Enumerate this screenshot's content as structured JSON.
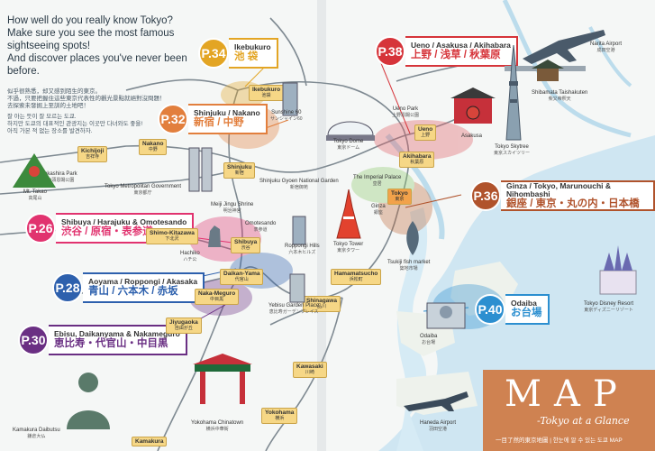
{
  "intro": {
    "lines": [
      "How well do you really know Tokyo?",
      "Make sure you see the most famous",
      "sightseeing spots!",
      "And discover places you've never been",
      "before."
    ],
    "zh": [
      "似乎很熟悉，却又感到陌生的東京。",
      "不過，只要把握住這些東京代表性的觀光景點就絕對沒問題！",
      "去探索未發掘上至訓的土地吧！"
    ],
    "ko": [
      "잘 아는 듯이 잘 모르는 도쿄.",
      "하지만 도쿄의 대표적인 관광지는 이곳만 다녀와도 좋을!",
      "아직 가본 적 없는 장소를 발견하자."
    ]
  },
  "areas": [
    {
      "page": "P.34",
      "en": "Ikebukuro",
      "jp": "池 袋",
      "color": "#e3a524"
    },
    {
      "page": "P.32",
      "en": "Shinjuku / Nakano",
      "jp": "新宿 / 中野",
      "color": "#e27f3d"
    },
    {
      "page": "P.38",
      "en": "Ueno / Asakusa / Akihabara",
      "jp": "上野 / 浅草 / 秋葉原",
      "color": "#d6343a"
    },
    {
      "page": "P.36",
      "en": "Ginza / Tokyo, Marunouchi & Nihombashi",
      "jp": "銀座 / 東京・丸の内・日本橋",
      "color": "#b0532c"
    },
    {
      "page": "P.26",
      "en": "Shibuya / Harajuku & Omotesando",
      "jp": "渋谷 / 原宿・表参道",
      "color": "#e1336f"
    },
    {
      "page": "P.28",
      "en": "Aoyama / Roppongi / Akasaka",
      "jp": "青山 / 六本木 / 赤坂",
      "color": "#2d60ad"
    },
    {
      "page": "P.40",
      "en": "Odaiba",
      "jp": "お台場",
      "color": "#2c8fd0"
    },
    {
      "page": "P.30",
      "en": "Ebisu, Daikanyama & Nakameguro",
      "jp": "恵比寿・代官山・中目黒",
      "color": "#6a2f83"
    }
  ],
  "stations": [
    {
      "en": "Ikebukuro",
      "jp": "池袋"
    },
    {
      "en": "Ueno",
      "jp": "上野"
    },
    {
      "en": "Akihabara",
      "jp": "秋葉原"
    },
    {
      "en": "Tokyo",
      "jp": "東京"
    },
    {
      "en": "Kichijoji",
      "jp": "吉祥寺"
    },
    {
      "en": "Nakano",
      "jp": "中野"
    },
    {
      "en": "Shinjuku",
      "jp": "新宿"
    },
    {
      "en": "Shimo-Kitazawa",
      "jp": "下北沢"
    },
    {
      "en": "Shibuya",
      "jp": "渋谷"
    },
    {
      "en": "Omotesando",
      "jp": "表参道"
    },
    {
      "en": "Daikan-Yama",
      "jp": "代官山"
    },
    {
      "en": "Naka-Meguro",
      "jp": "中目黒"
    },
    {
      "en": "Jiyugaoka",
      "jp": "自由が丘"
    },
    {
      "en": "Hamamatsucho",
      "jp": "浜松町"
    },
    {
      "en": "Shinagawa",
      "jp": "品川"
    },
    {
      "en": "Kawasaki",
      "jp": "川崎"
    },
    {
      "en": "Yokohama",
      "jp": "横浜"
    },
    {
      "en": "Ginza",
      "jp": "銀座"
    }
  ],
  "landmarks": [
    {
      "en": "Narita Airport",
      "jp": "成田空港"
    },
    {
      "en": "Shibamata Taishakuten",
      "jp": "柴又帝釈天"
    },
    {
      "en": "Tokyo Skytree",
      "jp": "東京スカイツリー"
    },
    {
      "en": "Asakusa",
      "jp": ""
    },
    {
      "en": "Ueno Park",
      "jp": "上野恩賜公園"
    },
    {
      "en": "Tokyo Dome",
      "jp": "東京ドーム"
    },
    {
      "en": "Sunshine 60",
      "jp": "サンシャイン60"
    },
    {
      "en": "Inokashira Park",
      "jp": "井の頭恩賜公園"
    },
    {
      "en": "Mt. Takao",
      "jp": "高尾山"
    },
    {
      "en": "Tokyo Metropolitan Government",
      "jp": "東京都庁"
    },
    {
      "en": "Shinjuku Gyoen National Garden",
      "jp": "新宿御苑"
    },
    {
      "en": "Meiji Jingu Shrine",
      "jp": "明治神宮"
    },
    {
      "en": "The Imperial Palace",
      "jp": "皇居"
    },
    {
      "en": "Tokyo Tower",
      "jp": "東京タワー"
    },
    {
      "en": "Roppongi Hills",
      "jp": "六本木ヒルズ"
    },
    {
      "en": "Hachiko",
      "jp": "ハチ公"
    },
    {
      "en": "Tsukiji fish market",
      "jp": "築地市場"
    },
    {
      "en": "Yebisu Garden Place",
      "jp": "恵比寿ガーデンプレイス"
    },
    {
      "en": "Tokyo Disney Resort",
      "jp": "東京ディズニーリゾート"
    },
    {
      "en": "Odaiba",
      "jp": "お台場"
    },
    {
      "en": "Haneda Airport",
      "jp": "羽田空港"
    },
    {
      "en": "Yokohama Chinatown",
      "jp": "横浜中華街"
    },
    {
      "en": "Kamakura Daibutsu",
      "jp": "鎌倉大仏"
    },
    {
      "en": "Kamakura",
      "jp": ""
    }
  ],
  "title": {
    "big": "MAP",
    "sub": "-Tokyo at a Glance",
    "foot": "一目了然的東京地圖 | 한눈에 알 수 있는 도쿄 MAP"
  }
}
